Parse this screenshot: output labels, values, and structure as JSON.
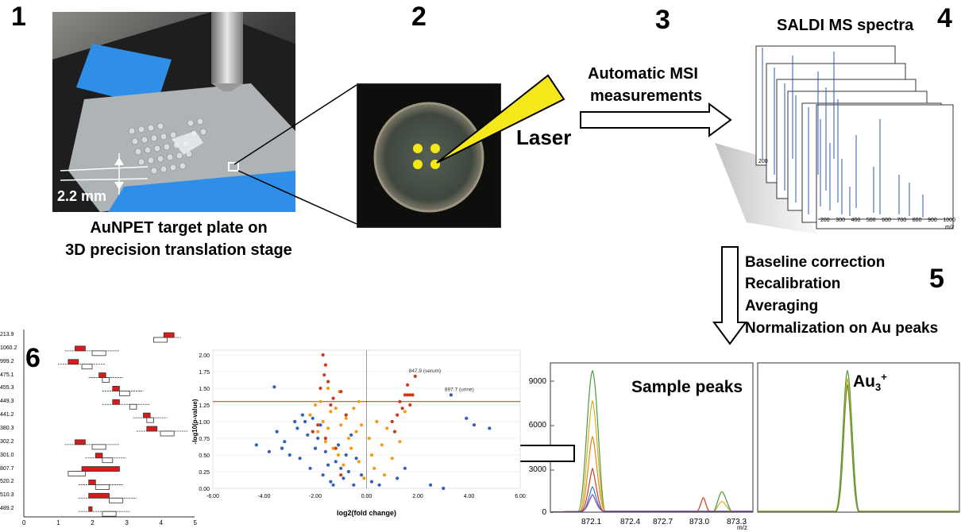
{
  "steps": {
    "s1": "1",
    "s2": "2",
    "s3": "3",
    "s4": "4",
    "s5": "5",
    "s6": "6"
  },
  "panel1": {
    "dimension": "2.2 mm",
    "caption_line1": "AuNPET target plate on",
    "caption_line2": "3D precision translation stage"
  },
  "panel2": {
    "laser_label": "Laser"
  },
  "panel3": {
    "line1": "Automatic MSI",
    "line2": "measurements"
  },
  "panel4": {
    "title": "SALDI MS spectra",
    "x_ticks": [
      "200",
      "300",
      "400",
      "500",
      "600",
      "700",
      "800",
      "900",
      "1000"
    ],
    "x_unit": "m/z",
    "back_tick": "200"
  },
  "panel5": {
    "steps": [
      "Baseline correction",
      "Recalibration",
      "Averaging",
      "Normalization on Au peaks"
    ]
  },
  "sample_peaks": {
    "title": "Sample peaks",
    "y_ticks": [
      "9000",
      "6000",
      "3000",
      "0"
    ],
    "x_ticks": [
      "872.1",
      "872.4",
      "872.7",
      "873.0",
      "873.3"
    ],
    "x_unit": "m/z"
  },
  "au_panel": {
    "title": "Au",
    "subscript": "3",
    "superscript": "+"
  },
  "boxplot": {
    "labels": [
      "213.9",
      "1060.2",
      "999.2",
      "475.1",
      "455.3",
      "449.3",
      "441.2",
      "380.3",
      "302.2",
      "301.0",
      "807.7",
      "520.2",
      "510.3",
      "489.2"
    ],
    "x_ticks": [
      "0",
      "1",
      "2",
      "3",
      "4",
      "5"
    ]
  },
  "chart_data": {
    "type": "scatter",
    "title": "",
    "xlabel": "log2(fold change)",
    "ylabel": "-log10(p-value)",
    "xlim": [
      -6,
      6
    ],
    "ylim": [
      0,
      2
    ],
    "x_ticks": [
      "-6.00",
      "-4.00",
      "-2.00",
      "0.00",
      "2.00",
      "4.00",
      "6.00"
    ],
    "y_ticks": [
      "0.00",
      "0.25",
      "0.50",
      "0.75",
      "1.00",
      "1.25",
      "1.50",
      "1.75",
      "2.00"
    ],
    "threshold_y": 1.3,
    "annotations": [
      {
        "text": "847.9 (serum)",
        "x": 1.9,
        "y": 1.68
      },
      {
        "text": "897.7 (urine)",
        "x": 3.3,
        "y": 1.4
      }
    ],
    "series": [
      {
        "color": "#2f5fbf",
        "points": [
          [
            -4.3,
            0.65
          ],
          [
            -3.8,
            0.55
          ],
          [
            -3.6,
            1.52
          ],
          [
            -3.5,
            0.85
          ],
          [
            -3.3,
            0.6
          ],
          [
            -3.2,
            0.7
          ],
          [
            -3.0,
            0.5
          ],
          [
            -2.8,
            1.0
          ],
          [
            -2.7,
            0.9
          ],
          [
            -2.6,
            0.45
          ],
          [
            -2.5,
            1.1
          ],
          [
            -2.4,
            1.0
          ],
          [
            -2.3,
            0.8
          ],
          [
            -2.2,
            0.3
          ],
          [
            -2.1,
            1.05
          ],
          [
            -2.0,
            0.6
          ],
          [
            -1.9,
            0.75
          ],
          [
            -1.8,
            0.95
          ],
          [
            -1.7,
            0.2
          ],
          [
            -1.6,
            0.55
          ],
          [
            -1.5,
            0.35
          ],
          [
            -1.4,
            0.1
          ],
          [
            -1.3,
            0.05
          ],
          [
            -1.2,
            0.4
          ],
          [
            -1.1,
            0.65
          ],
          [
            -1.0,
            0.3
          ],
          [
            -0.9,
            0.15
          ],
          [
            -0.8,
            0.5
          ],
          [
            -0.7,
            0.25
          ],
          [
            -0.6,
            0.8
          ],
          [
            -0.5,
            0.05
          ],
          [
            -0.4,
            0.45
          ],
          [
            -0.2,
            0.2
          ],
          [
            0.2,
            0.1
          ],
          [
            0.5,
            0.05
          ],
          [
            1.2,
            0.15
          ],
          [
            1.5,
            0.3
          ],
          [
            2.5,
            0.05
          ],
          [
            3.3,
            1.4
          ],
          [
            3.9,
            1.05
          ],
          [
            4.2,
            0.95
          ],
          [
            4.8,
            0.9
          ],
          [
            3.0,
            0.0
          ]
        ]
      },
      {
        "color": "#f59b1a",
        "points": [
          [
            -2.2,
            1.1
          ],
          [
            -2.0,
            1.25
          ],
          [
            -1.9,
            0.85
          ],
          [
            -1.8,
            1.3
          ],
          [
            -1.7,
            1.0
          ],
          [
            -1.6,
            0.7
          ],
          [
            -1.5,
            0.9
          ],
          [
            -1.4,
            1.15
          ],
          [
            -1.3,
            0.6
          ],
          [
            -1.2,
            1.2
          ],
          [
            -1.1,
            0.5
          ],
          [
            -1.0,
            0.95
          ],
          [
            -0.9,
            0.35
          ],
          [
            -0.8,
            1.05
          ],
          [
            -0.7,
            0.75
          ],
          [
            -0.6,
            0.6
          ],
          [
            -0.5,
            1.2
          ],
          [
            -0.4,
            0.85
          ],
          [
            -0.3,
            0.4
          ],
          [
            -0.2,
            0.95
          ],
          [
            -0.1,
            0.15
          ],
          [
            0.1,
            0.75
          ],
          [
            0.2,
            0.5
          ],
          [
            0.3,
            0.3
          ],
          [
            0.4,
            1.0
          ],
          [
            0.6,
            0.65
          ],
          [
            0.7,
            0.2
          ],
          [
            0.8,
            0.9
          ],
          [
            1.0,
            0.45
          ],
          [
            1.3,
            0.7
          ],
          [
            1.5,
            1.15
          ],
          [
            -1.05,
            1.45
          ],
          [
            -1.5,
            1.5
          ],
          [
            -0.3,
            1.3
          ]
        ]
      },
      {
        "color": "#cc3a1c",
        "points": [
          [
            -1.7,
            2.0
          ],
          [
            -1.6,
            1.85
          ],
          [
            -1.65,
            1.7
          ],
          [
            -1.5,
            1.6
          ],
          [
            -1.8,
            1.5
          ],
          [
            -1.0,
            1.45
          ],
          [
            -1.3,
            1.35
          ],
          [
            -1.4,
            1.25
          ],
          [
            -1.9,
            0.95
          ],
          [
            -1.6,
            0.75
          ],
          [
            -1.2,
            0.6
          ],
          [
            -1.0,
            0.2
          ],
          [
            -0.8,
            1.1
          ],
          [
            1.0,
            1.0
          ],
          [
            1.1,
            0.85
          ],
          [
            1.2,
            1.1
          ],
          [
            1.3,
            1.3
          ],
          [
            1.4,
            1.2
          ],
          [
            1.5,
            1.4
          ],
          [
            1.6,
            1.4
          ],
          [
            1.7,
            1.4
          ],
          [
            1.8,
            1.4
          ],
          [
            1.9,
            1.68
          ],
          [
            1.6,
            1.55
          ],
          [
            1.7,
            1.25
          ],
          [
            -2.1,
            0.85
          ]
        ]
      }
    ]
  }
}
